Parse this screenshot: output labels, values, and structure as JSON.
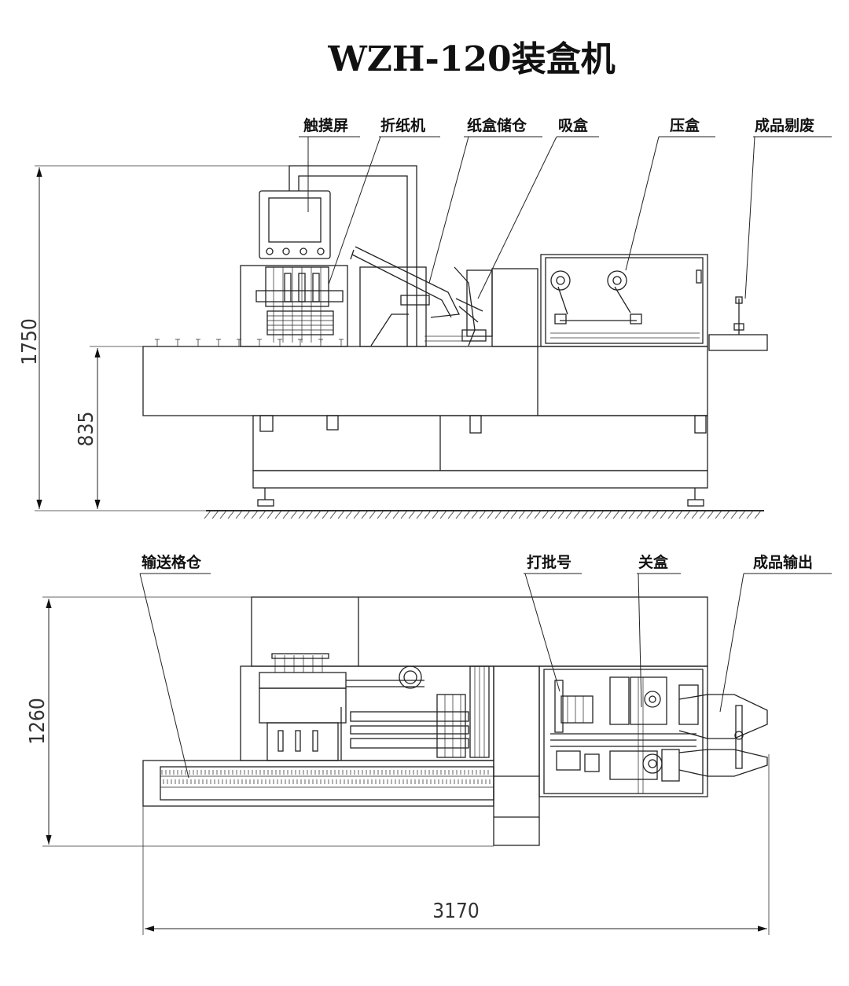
{
  "title": "WZH-120装盒机",
  "front_view": {
    "labels": [
      "触摸屏",
      "折纸机",
      "纸盒储仓",
      "吸盒",
      "压盒",
      "成品剔废"
    ],
    "dimensions": {
      "overall_height": "1750",
      "table_height": "835"
    }
  },
  "top_view": {
    "labels": [
      "输送格仓",
      "打批号",
      "关盒",
      "成品输出"
    ],
    "dimensions": {
      "depth": "1260",
      "length": "3170"
    }
  }
}
